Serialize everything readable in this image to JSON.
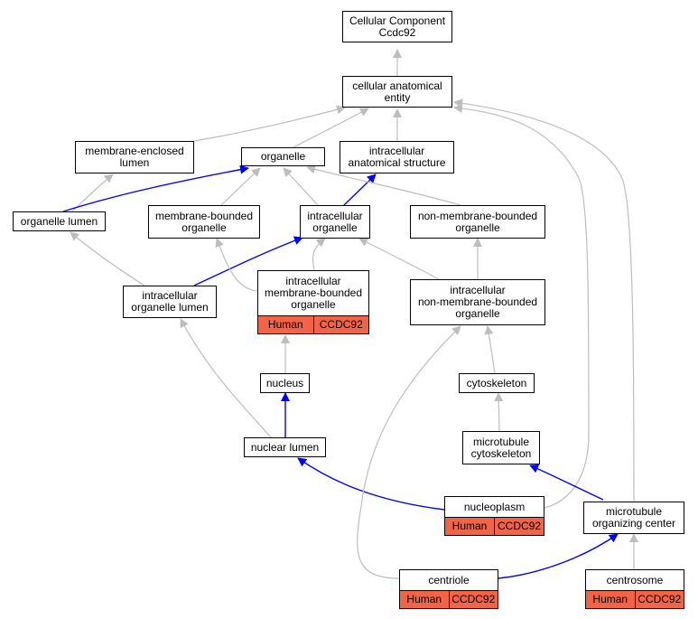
{
  "colors": {
    "is_a_edge": "#bdbdbd",
    "part_of_edge": "#0000ff",
    "annotation_fill": "#f26447",
    "node_border": "#000000"
  },
  "nodes": {
    "root": {
      "label": "Cellular Component\nCcdc92"
    },
    "cae": {
      "label": "cellular anatomical\nentity"
    },
    "mel": {
      "label": "membrane-enclosed\nlumen"
    },
    "org": {
      "label": "organelle"
    },
    "ias": {
      "label": "intracellular\nanatomical structure"
    },
    "orgl": {
      "label": "organelle lumen"
    },
    "mbo": {
      "label": "membrane-bounded\norganelle"
    },
    "io": {
      "label": "intracellular\norganelle"
    },
    "nmbo": {
      "label": "non-membrane-bounded\norganelle"
    },
    "iol": {
      "label": "intracellular\norganelle lumen"
    },
    "imbo": {
      "label": "intracellular\nmembrane-bounded\norganelle",
      "species": "Human",
      "gene": "CCDC92"
    },
    "inmbo": {
      "label": "intracellular\nnon-membrane-bounded\norganelle"
    },
    "nuc": {
      "label": "nucleus"
    },
    "cyto": {
      "label": "cytoskeleton"
    },
    "nl": {
      "label": "nuclear lumen"
    },
    "mtc": {
      "label": "microtubule\ncytoskeleton"
    },
    "np": {
      "label": "nucleoplasm",
      "species": "Human",
      "gene": "CCDC92"
    },
    "mtoc": {
      "label": "microtubule\norganizing center"
    },
    "cent": {
      "label": "centriole",
      "species": "Human",
      "gene": "CCDC92"
    },
    "csome": {
      "label": "centrosome",
      "species": "Human",
      "gene": "CCDC92"
    }
  }
}
